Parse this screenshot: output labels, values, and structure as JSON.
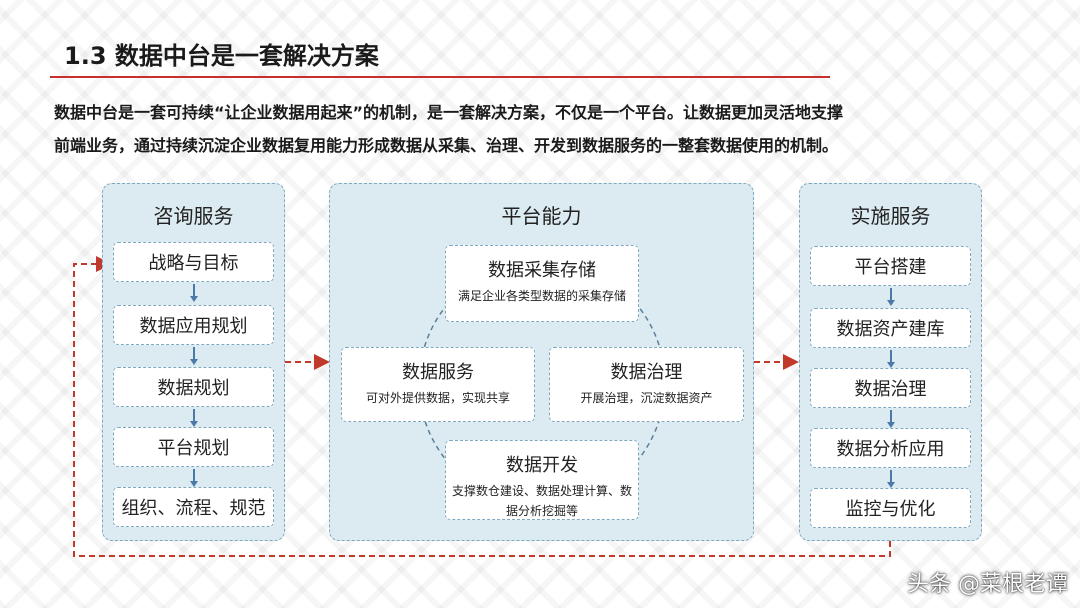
{
  "title": "1.3 数据中台是一套解决方案",
  "intro": {
    "line1": "数据中台是一套可持续“让企业数据用起来”的机制，是一套解决方案，不仅是一个平台。让数据更加灵活地支撑",
    "line2": "前端业务，通过持续沉淀企业数据复用能力形成数据从采集、治理、开发到数据服务的一整套数据使用的机制。"
  },
  "consulting": {
    "title": "咨询服务",
    "steps": [
      "战略与目标",
      "数据应用规划",
      "数据规划",
      "平台规划",
      "组织、流程、规范"
    ]
  },
  "platform": {
    "title": "平台能力",
    "capabilities": [
      {
        "title": "数据采集存储",
        "desc": "满足企业各类型数据的采集存储"
      },
      {
        "title": "数据服务",
        "desc": "可对外提供数据，实现共享"
      },
      {
        "title": "数据治理",
        "desc": "开展治理，沉淀数据资产"
      },
      {
        "title": "数据开发",
        "desc": "支撑数仓建设、数据处理计算、数据分析挖掘等"
      }
    ]
  },
  "implementation": {
    "title": "实施服务",
    "steps": [
      "平台搭建",
      "数据资产建库",
      "数据治理",
      "数据分析应用",
      "监控与优化"
    ]
  },
  "watermark": "头条 @菜根老谭",
  "colors": {
    "accent_red": "#c9302c",
    "panel_fill": "#dcebf2",
    "panel_border": "#7ea8be",
    "flow_red": "#c0392b",
    "step_arrow": "#4b79a8"
  }
}
